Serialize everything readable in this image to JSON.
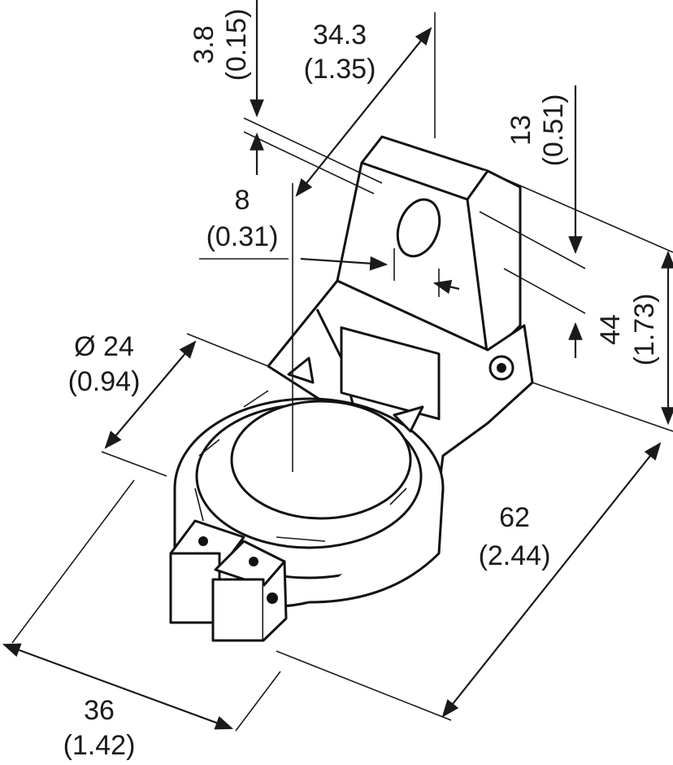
{
  "dimensions": {
    "height_offset": {
      "mm": "3.8",
      "in": "(0.15)"
    },
    "depth_top": {
      "mm": "34.3",
      "in": "(1.35)"
    },
    "bracket_height": {
      "mm": "13",
      "in": "(0.51)"
    },
    "slot_offset": {
      "mm": "8",
      "in": "(0.31)"
    },
    "bore_diameter": {
      "mm": "Ø 24",
      "in": "(0.94)"
    },
    "overall_height": {
      "mm": "44",
      "in": "(1.73)"
    },
    "length": {
      "mm": "62",
      "in": "(2.44)"
    },
    "width": {
      "mm": "36",
      "in": "(1.42)"
    }
  },
  "colors": {
    "line": "#1a1a1a",
    "background": "#ffffff"
  }
}
